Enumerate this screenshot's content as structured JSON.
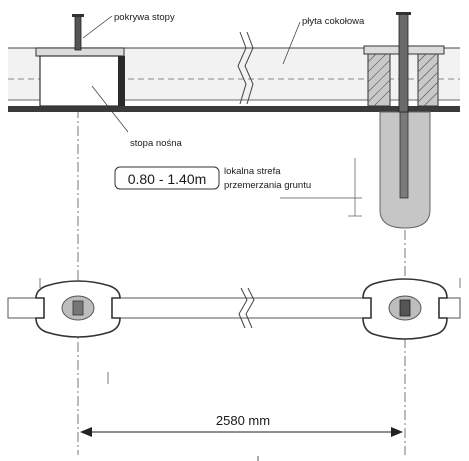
{
  "labels": {
    "pokrywa_stopy": "pokrywa stopy",
    "plyta_cokolowa": "płyta cokołowa",
    "stopa_nosna": "stopa nośna",
    "depth_range": "0.80 - 1.40m",
    "frost_zone_line1": "lokalna strefa",
    "frost_zone_line2": "przemerzania gruntu",
    "span_dimension": "2580 mm"
  },
  "colors": {
    "ink": "#1a1a1a",
    "line_gray": "#6a6a6a",
    "pile_fill": "#c6c6c6",
    "plinth_fill": "#f2f2f2"
  }
}
